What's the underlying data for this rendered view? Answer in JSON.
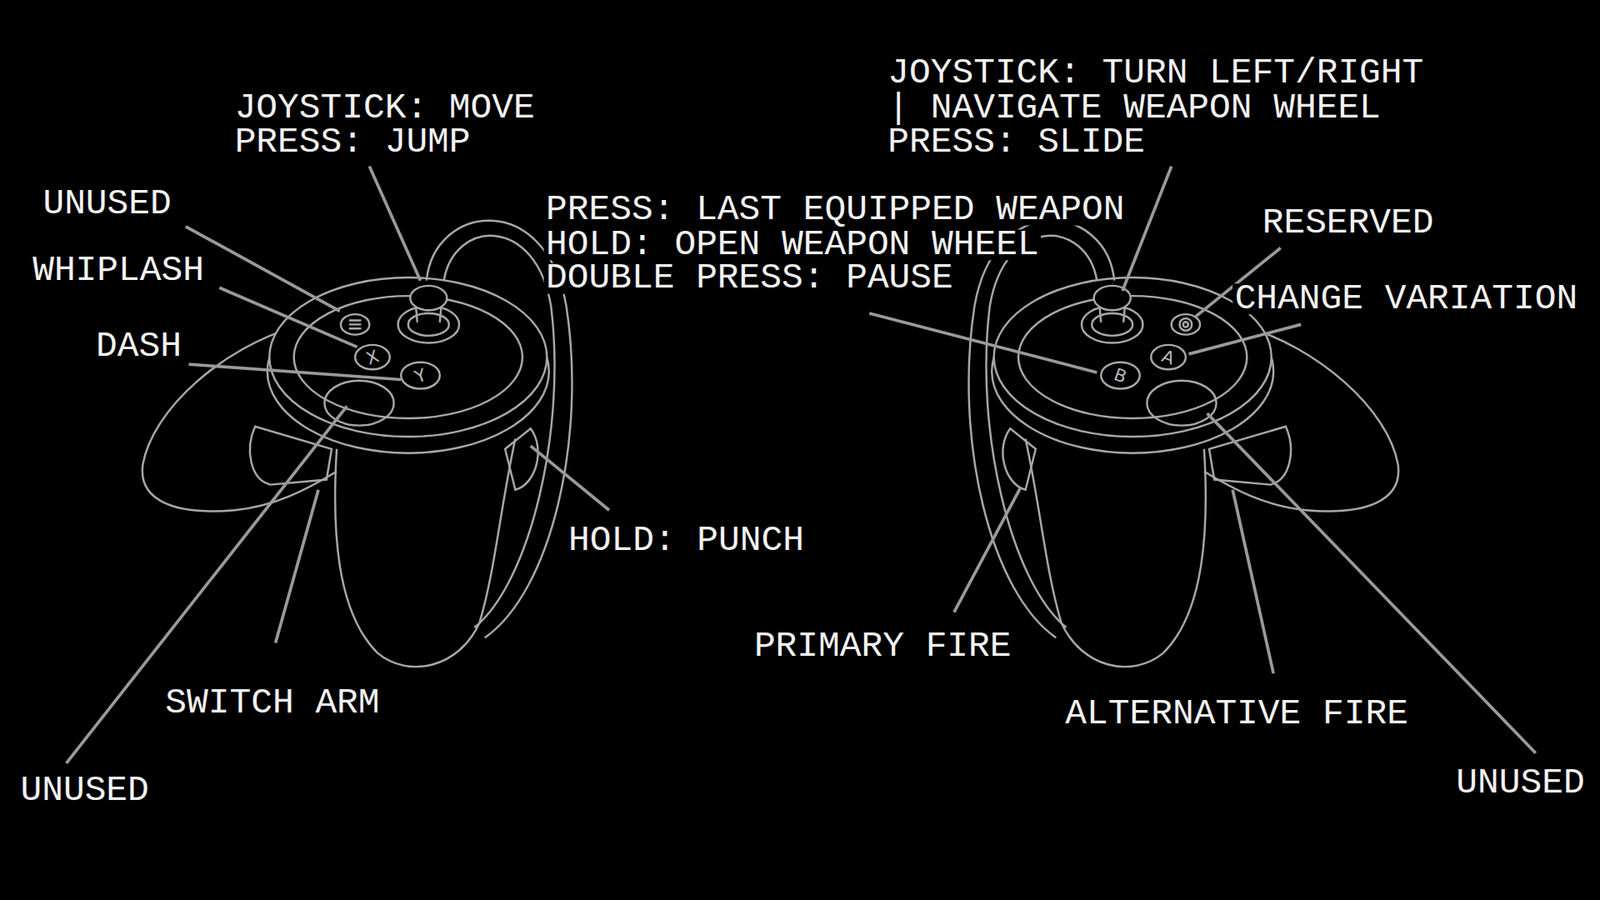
{
  "diagram": {
    "labels": [
      "JOYSTICK: MOVE",
      "PRESS: JUMP",
      "UNUSED",
      "WHIPLASH",
      "DASH",
      "SWITCH ARM",
      "UNUSED",
      "HOLD: PUNCH",
      "PRESS: LAST EQUIPPED WEAPON",
      "HOLD: OPEN WEAPON WHEEL",
      "DOUBLE PRESS: PAUSE",
      "JOYSTICK: TURN LEFT/RIGHT",
      "| NAVIGATE WEAPON WHEEL",
      "PRESS: SLIDE",
      "RESERVED",
      "CHANGE VARIATION",
      "PRIMARY FIRE",
      "ALTERNATIVE FIRE",
      "UNUSED",
      "X",
      "Y",
      "B",
      "A"
    ]
  }
}
